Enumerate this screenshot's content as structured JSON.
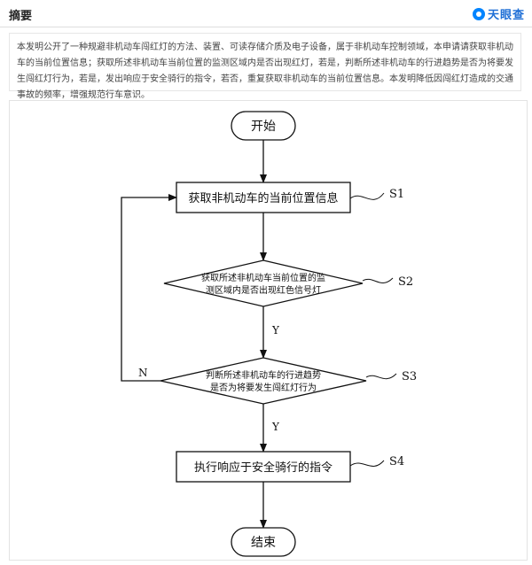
{
  "header": {
    "title": "摘要",
    "brand": "天眼查",
    "brand_icon": "tianyancha-logo-icon"
  },
  "abstract": "本发明公开了一种规避非机动车闯红灯的方法、装置、可读存储介质及电子设备，属于非机动车控制领域，本申请请获取非机动车的当前位置信息；获取所述非机动车当前位置的监测区域内是否出现红灯，若是，判断所述非机动车的行进趋势是否为将要发生闯红灯行为，若是，发出响应于安全骑行的指令，若否，重复获取非机动车的当前位置信息。本发明降低因闯红灯造成的交通事故的频率，增强规范行车意识。",
  "flowchart": {
    "start": "开始",
    "s1": {
      "text": "获取非机动车的当前位置信息",
      "label": "S1"
    },
    "s2": {
      "line1": "获取所述非机动车当前位置的监",
      "line2": "测区域内是否出现红色信号灯",
      "label": "S2"
    },
    "s3": {
      "line1": "判断所述非机动车的行进趋势",
      "line2": "是否为将要发生闯红灯行为",
      "label": "S3"
    },
    "s4": {
      "text": "执行响应于安全骑行的指令",
      "label": "S4"
    },
    "end": "结束",
    "yes1": "Y",
    "yes2": "Y",
    "no": "N"
  }
}
